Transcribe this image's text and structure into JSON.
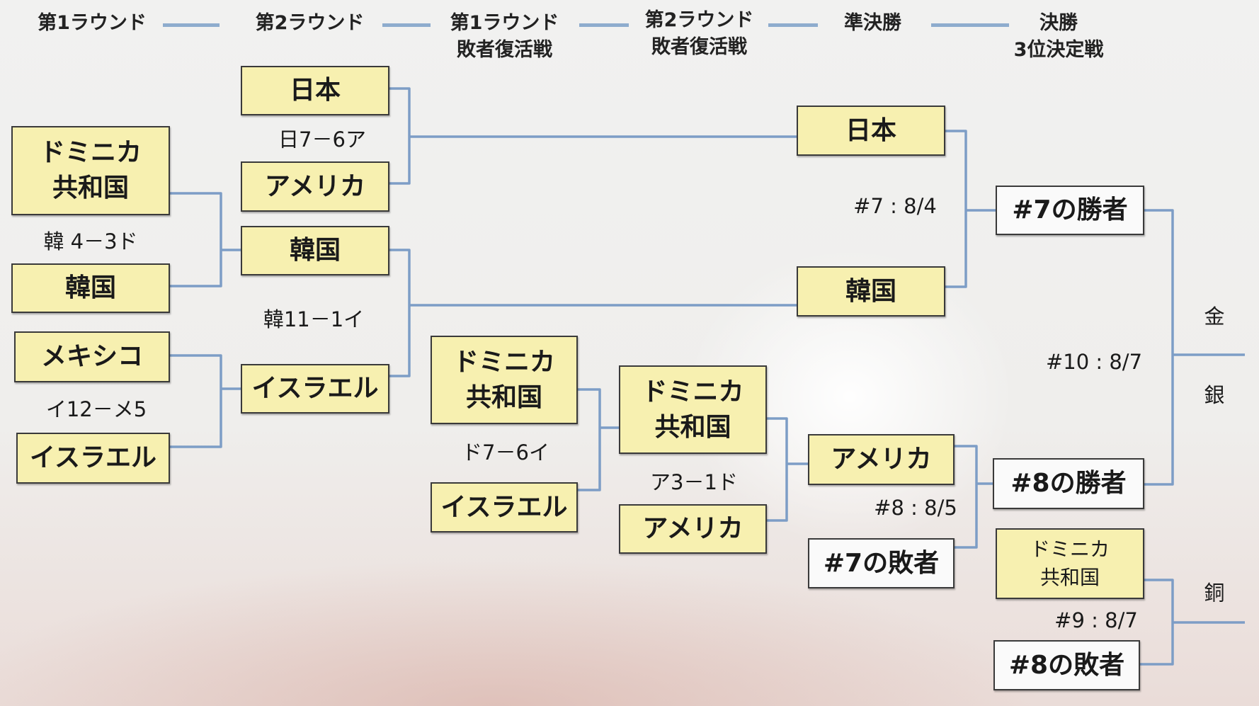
{
  "headers": [
    "第1ラウンド",
    "第2ラウンド",
    "第1ラウンド\n敗者復活戦",
    "第2ラウンド\n敗者復活戦",
    "準決勝",
    "決勝\n3位決定戦"
  ],
  "round1": {
    "teams": [
      "ドミニカ\n共和国",
      "韓国",
      "メキシコ",
      "イスラエル"
    ],
    "scores": [
      "韓 4－3ド",
      "イ12－メ5"
    ]
  },
  "round2": {
    "teams": [
      "日本",
      "アメリカ",
      "韓国",
      "イスラエル"
    ],
    "scores": [
      "日7－6ア",
      "韓11－1イ"
    ]
  },
  "loser_round1": {
    "teams": [
      "ドミニカ\n共和国",
      "イスラエル"
    ],
    "score": "ド7－6イ"
  },
  "loser_round2": {
    "teams": [
      "ドミニカ\n共和国",
      "アメリカ"
    ],
    "score": "ア3－1ド"
  },
  "semifinal": {
    "teams": [
      "日本",
      "韓国",
      "アメリカ",
      "#7の敗者"
    ],
    "games": [
      "#7 : 8/4",
      "#8 : 8/5"
    ]
  },
  "final": {
    "teams": [
      "#7の勝者",
      "#8の勝者",
      "ドミニカ\n共和国",
      "#8の敗者"
    ],
    "games": [
      "#10 : 8/7",
      "#9 : 8/7"
    ],
    "medals": [
      "金",
      "銀",
      "銅"
    ]
  },
  "colors": {
    "box": "#f7f0b0",
    "line": "#7d9dc6"
  }
}
